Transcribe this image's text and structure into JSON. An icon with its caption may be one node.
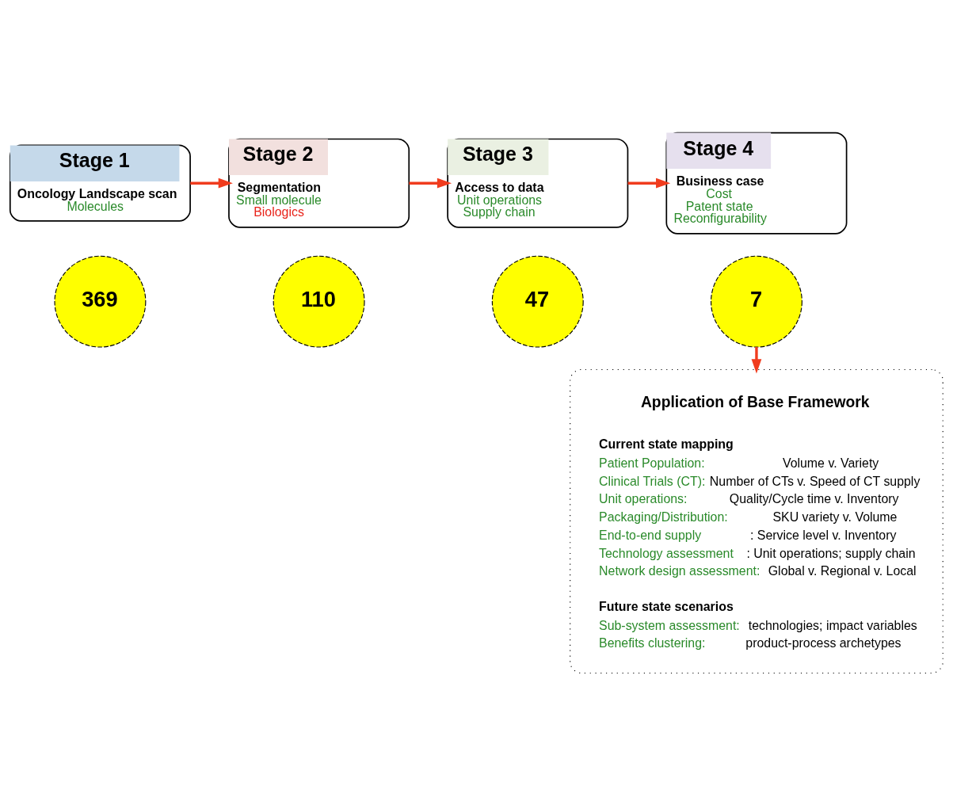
{
  "diagram": {
    "nodes": [
      {
        "text": [
          "Stage 1",
          "Oncology Landscape scan",
          "Molecules"
        ]
      },
      {
        "text": [
          "Stage 2",
          "Segmentation",
          "Small molecule",
          "Biologics"
        ]
      },
      {
        "text": [
          "Stage 3",
          "Access to data",
          "Unit operations",
          "Supply chain"
        ]
      },
      {
        "text": [
          "Stage 4",
          "Business case",
          "Cost",
          "Patent state",
          "Reconfigurability"
        ]
      },
      {
        "text": [
          "369"
        ]
      },
      {
        "text": [
          "110"
        ]
      },
      {
        "text": [
          "47"
        ]
      },
      {
        "text": [
          "7"
        ]
      },
      {
        "text": [
          "Application of Base Framework",
          "Current state mapping",
          "Patient Population:",
          "Volume v. Variety",
          "Clinical Trials (CT):",
          "Number of CTs v. Speed of CT supply",
          "Unit operations:",
          "Quality/Cycle time v. Inventory",
          "Packaging/Distribution:",
          "SKU variety v. Volume",
          "End-to-end supply",
          ": Service level v. Inventory",
          "Technology assessment",
          ": Unit operations; supply chain",
          "Network design assessment:",
          "Global v. Regional v. Local",
          "Future state scenarios",
          "Sub-system assessment:",
          "technologies; impact variables",
          "Benefits clustering:",
          "product-process archetypes"
        ]
      }
    ],
    "edges": [
      {
        "from": 0,
        "to": 1,
        "arrow": "to"
      },
      {
        "from": 1,
        "to": 2,
        "arrow": "to"
      },
      {
        "from": 2,
        "to": 3,
        "arrow": "to"
      },
      {
        "from": 7,
        "to": 8,
        "arrow": "to"
      }
    ]
  }
}
